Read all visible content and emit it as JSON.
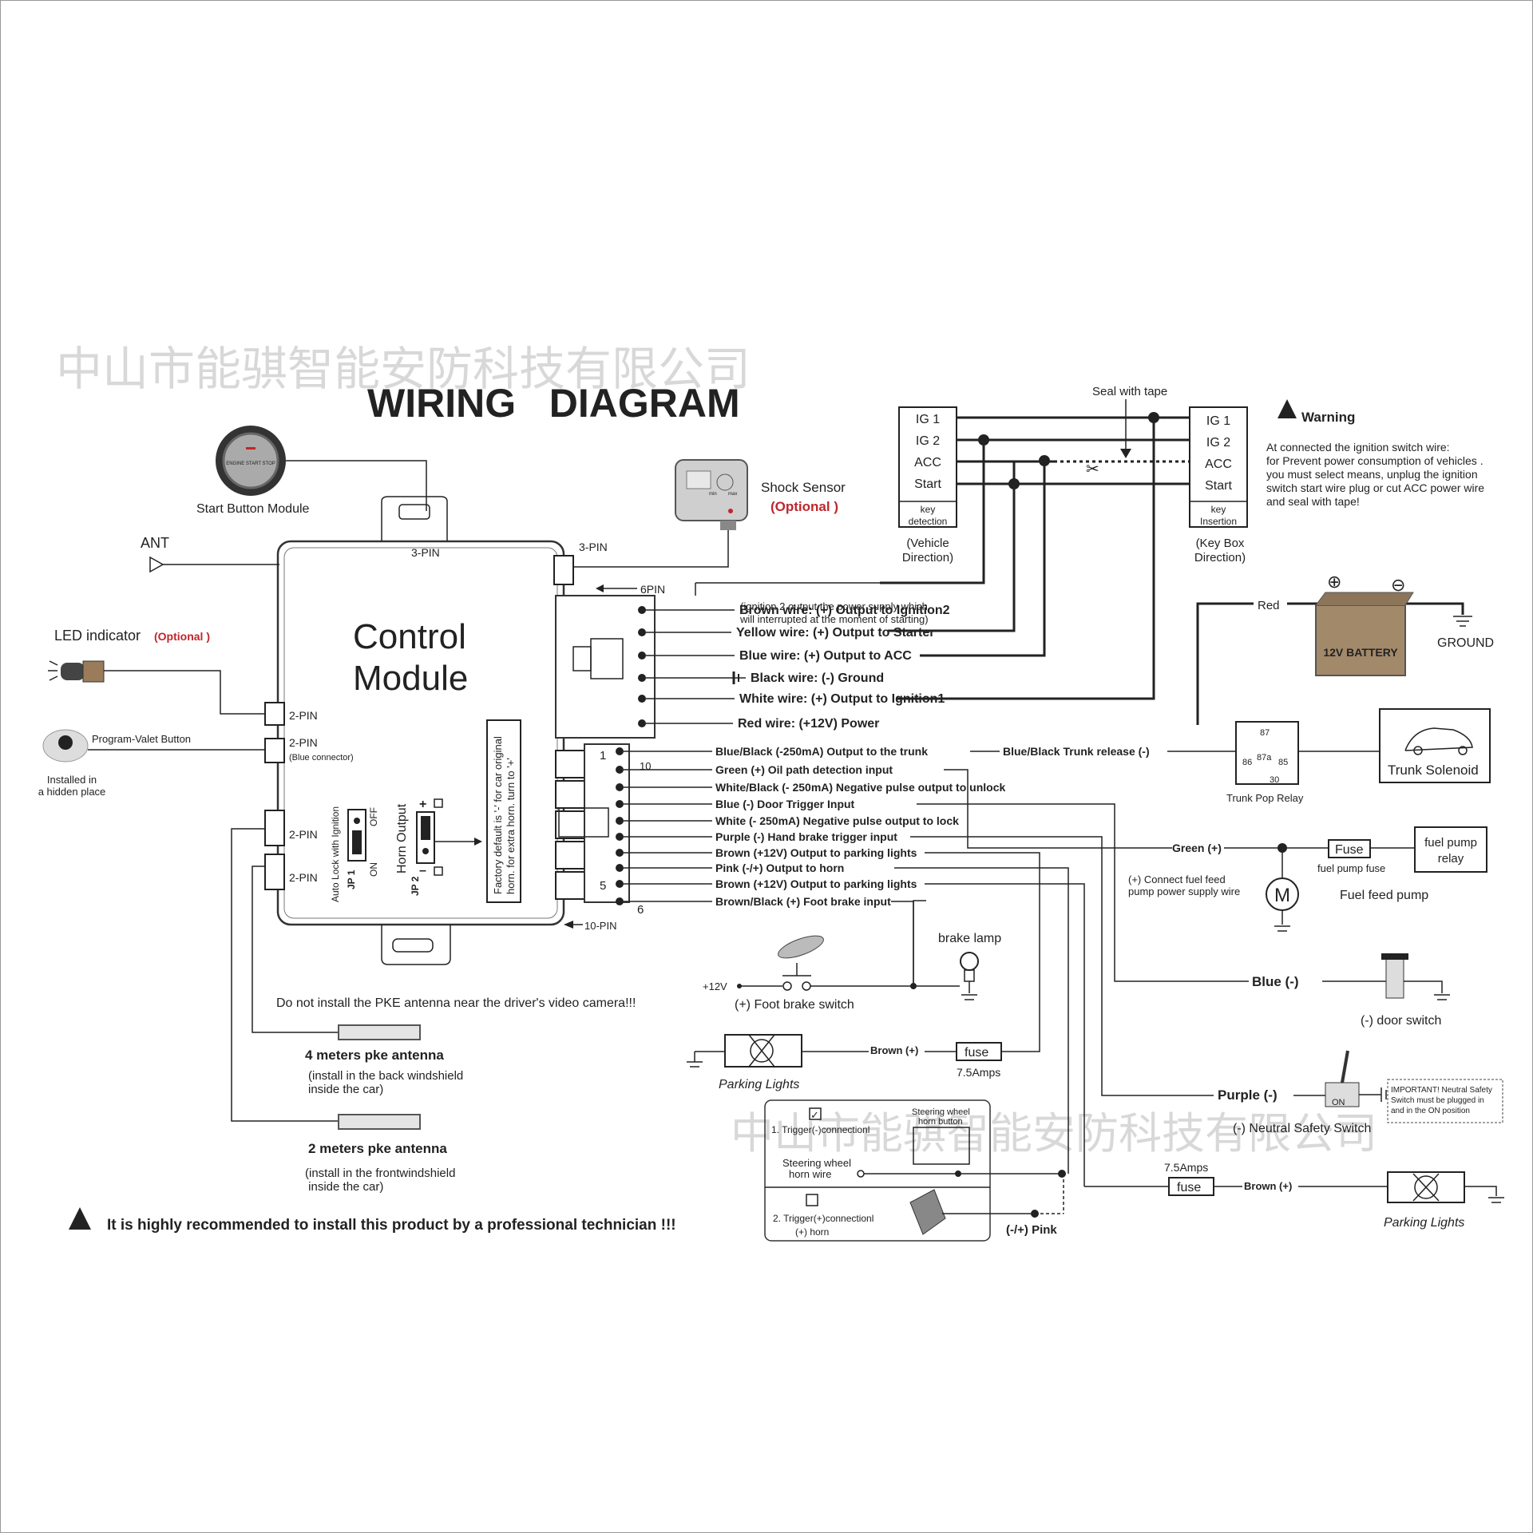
{
  "title": "WIRING   DIAGRAM",
  "watermark": "中山市能骐智能安防科技有限公司",
  "control_module": {
    "line1": "Control",
    "line2": "Module"
  },
  "left": {
    "start_button": "Start Button Module",
    "start_button_face": "ENGINE START STOP",
    "ant": "ANT",
    "top_pin": "3-PIN",
    "led_label": "LED indicator",
    "optional_led": "(Optional )",
    "pin_led": "2-PIN",
    "program_button": "Program-Valet Button",
    "pin_program": "2-PIN",
    "blue_connector": "(Blue connector)",
    "installed1": "Installed in",
    "installed2": "a hidden place",
    "pin_ant1": "2-PIN",
    "pin_ant2": "2-PIN"
  },
  "jumpers": {
    "auto_lock": "Auto Lock with Ignition",
    "jp1": "JP 1",
    "off": "OFF",
    "on": "ON",
    "horn_output": "Horn Output",
    "jp2": "JP 2",
    "plus": "+",
    "minus": "–",
    "factory1": "Factory default is '-' for car original",
    "factory2": "horn. for extra horn. turn to '+'"
  },
  "shock": {
    "label": "Shock Sensor",
    "optional": "(Optional )",
    "pin": "3-PIN",
    "min": "min",
    "max": "max"
  },
  "connector6": {
    "label": "6PIN",
    "wires": [
      "Brown wire:  (+) Output to Ignition2",
      "Yellow wire:  (+) Output to Starter",
      "Blue wire:  (+) Output to ACC",
      "Black wire: (-) Ground",
      "White wire: (+) Output to Ignition1",
      "Red wire:  (+12V) Power"
    ],
    "note1": "(ignition 2 output the power supply which",
    "note2": "will interrupted at the moment of starting)"
  },
  "connector10": {
    "label": "10-PIN",
    "pin1": "1",
    "pin10": "10",
    "pin5": "5",
    "pin6": "6",
    "wires": [
      "Blue/Black   (-250mA) Output to the trunk",
      "Green   (+) Oil path detection  input",
      "White/Black (- 250mA) Negative pulse output to unlock",
      "Blue   (-) Door Trigger Input",
      "White (- 250mA) Negative pulse output to lock",
      "Purple  (-) Hand brake trigger input",
      "Brown (+12V) Output to parking lights",
      "Pink   (-/+) Output to  horn",
      "Brown  (+12V) Output to parking lights",
      "Brown/Black  (+) Foot brake input"
    ]
  },
  "ignition": {
    "left": [
      "IG 1",
      "IG 2",
      "ACC",
      "Start"
    ],
    "left_detect1": "key",
    "left_detect2": "detection",
    "left_dir1": "(Vehicle",
    "left_dir2": "Direction)",
    "right": [
      "IG 1",
      "IG 2",
      "ACC",
      "Start"
    ],
    "right_detect1": "key",
    "right_detect2": "Insertion",
    "right_dir1": "(Key Box",
    "right_dir2": "Direction)",
    "seal": "Seal with tape"
  },
  "warning": {
    "title": "Warning",
    "lines": [
      "At connected the ignition switch wire:",
      "for Prevent power consumption of vehicles .",
      "you must select means, unplug the ignition",
      "switch start wire plug  or cut ACC power wire",
      "and seal with tape!"
    ]
  },
  "battery": {
    "label": "12V BATTERY",
    "red": "Red",
    "ground": "GROUND",
    "plus": "⊕",
    "minus": "⊖"
  },
  "trunk": {
    "wire": "Blue/Black  Trunk release (-)",
    "relay": "Trunk Pop Relay",
    "solenoid": "Trunk Solenoid",
    "p87": "87",
    "p86": "86",
    "p87a": "87a",
    "p85": "85",
    "p30": "30"
  },
  "fuel": {
    "wire": "Green (+)",
    "fuse": "Fuse",
    "fuse_label": "fuel pump fuse",
    "relay1": "fuel pump",
    "relay2": "relay",
    "pump": "Fuel  feed  pump",
    "note1": "(+) Connect fuel feed",
    "note2": "pump power supply wire",
    "motor": "M"
  },
  "door": {
    "wire": "Blue (-)",
    "label": "(-)  door switch"
  },
  "neutral": {
    "wire": "Purple  (-)",
    "label": "(-)  Neutral Safety  Switch",
    "on": "ON",
    "note": [
      "IMPORTANT! Neutral Safety",
      "Switch must be plugged in",
      "and in the ON position"
    ]
  },
  "parking_right": {
    "amps": "7.5Amps",
    "fuse": "fuse",
    "wire": "Brown (+)",
    "label": "Parking Lights"
  },
  "brake": {
    "lamp": "brake lamp",
    "v12": "+12V",
    "switch": "(+) Foot brake switch"
  },
  "parking_left": {
    "wire": "Brown (+)",
    "fuse": "fuse",
    "amps": "7.5Amps",
    "label": "Parking Lights"
  },
  "horn": {
    "trigger1": "1. Trigger(-)connectionl",
    "steering_btn1": "Steering wheel",
    "steering_btn2": "horn button",
    "steering_wire1": "Steering wheel",
    "steering_wire2": "horn wire",
    "trigger2": "2. Trigger(+)connectionl",
    "horn": "(+) horn",
    "pink": "(-/+) Pink"
  },
  "antenna": {
    "warning": "Do not install the PKE antenna near the driver's video camera!!!",
    "a4": "4 meters pke  antenna",
    "a4_note1": "(install in the back windshield",
    "a4_note2": "inside the car)",
    "a2": "2 meters pke antenna",
    "a2_note1": "(install in the  frontwindshield",
    "a2_note2": " inside the car)"
  },
  "recommend": "It is highly recommended to install this product by a professional technician !!!"
}
